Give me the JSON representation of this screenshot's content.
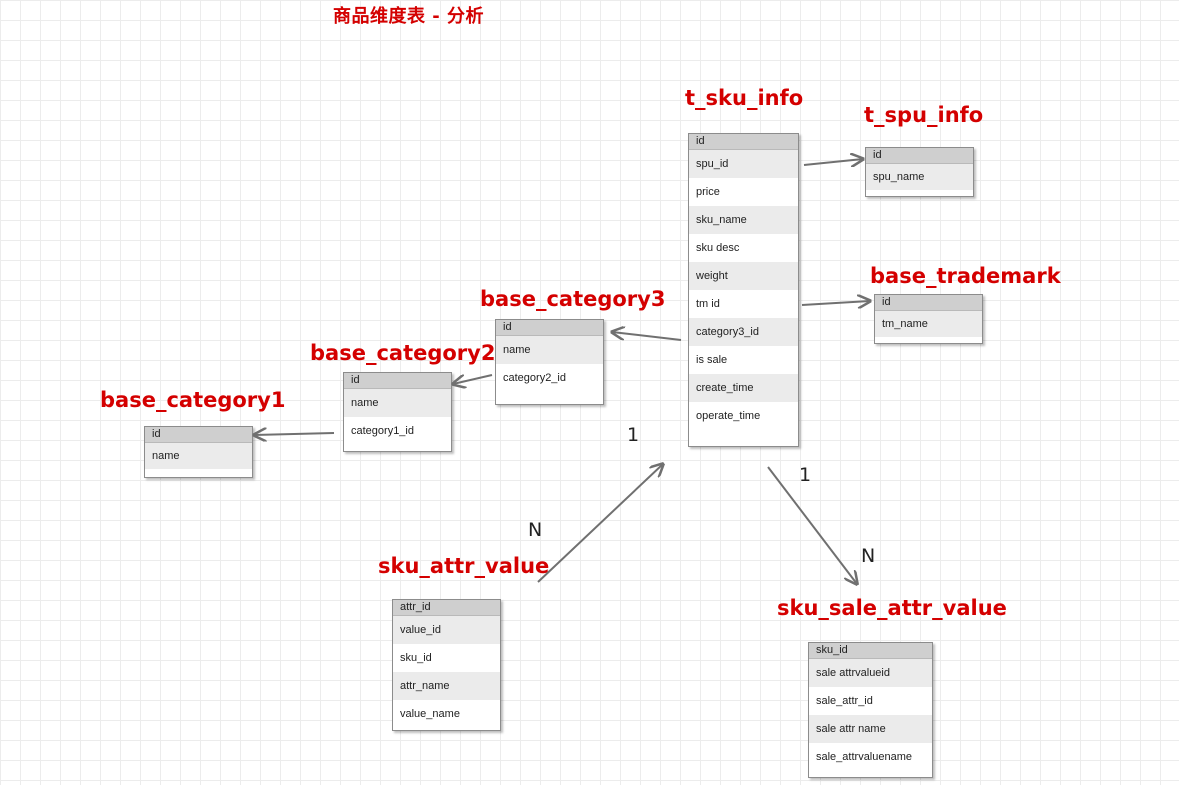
{
  "title": "商品维度表 - 分析",
  "tables": {
    "t_sku_info": {
      "name": "t_sku_info",
      "fields": [
        "id",
        "spu_id",
        "price",
        "sku_name",
        "sku desc",
        "weight",
        "tm id",
        "category3_id",
        "is sale",
        "create_time",
        "operate_time"
      ]
    },
    "t_spu_info": {
      "name": "t_spu_info",
      "fields": [
        "id",
        "spu_name"
      ]
    },
    "base_trademark": {
      "name": "base_trademark",
      "fields": [
        "id",
        "tm_name"
      ]
    },
    "base_category3": {
      "name": "base_category3",
      "fields": [
        "id",
        "name",
        "category2_id"
      ]
    },
    "base_category2": {
      "name": "base_category2",
      "fields": [
        "id",
        "name",
        "category1_id"
      ]
    },
    "base_category1": {
      "name": "base_category1",
      "fields": [
        "id",
        "name"
      ]
    },
    "sku_attr_value": {
      "name": "sku_attr_value",
      "fields": [
        "attr_id",
        "value_id",
        "sku_id",
        "attr_name",
        "value_name"
      ]
    },
    "sku_sale_attr_value": {
      "name": "sku_sale_attr_value",
      "fields": [
        "sku_id",
        "sale attrvalueid",
        "sale_attr_id",
        "sale attr name",
        "sale_attrvaluename"
      ]
    }
  },
  "cardinality": {
    "attr_one": "1",
    "attr_many": "N",
    "sale_one": "1",
    "sale_many": "N"
  },
  "colors": {
    "title_red": "#d40000",
    "header_gray": "#cfcfcf",
    "row_alt": "#ebebeb",
    "arrow": "#707070"
  }
}
